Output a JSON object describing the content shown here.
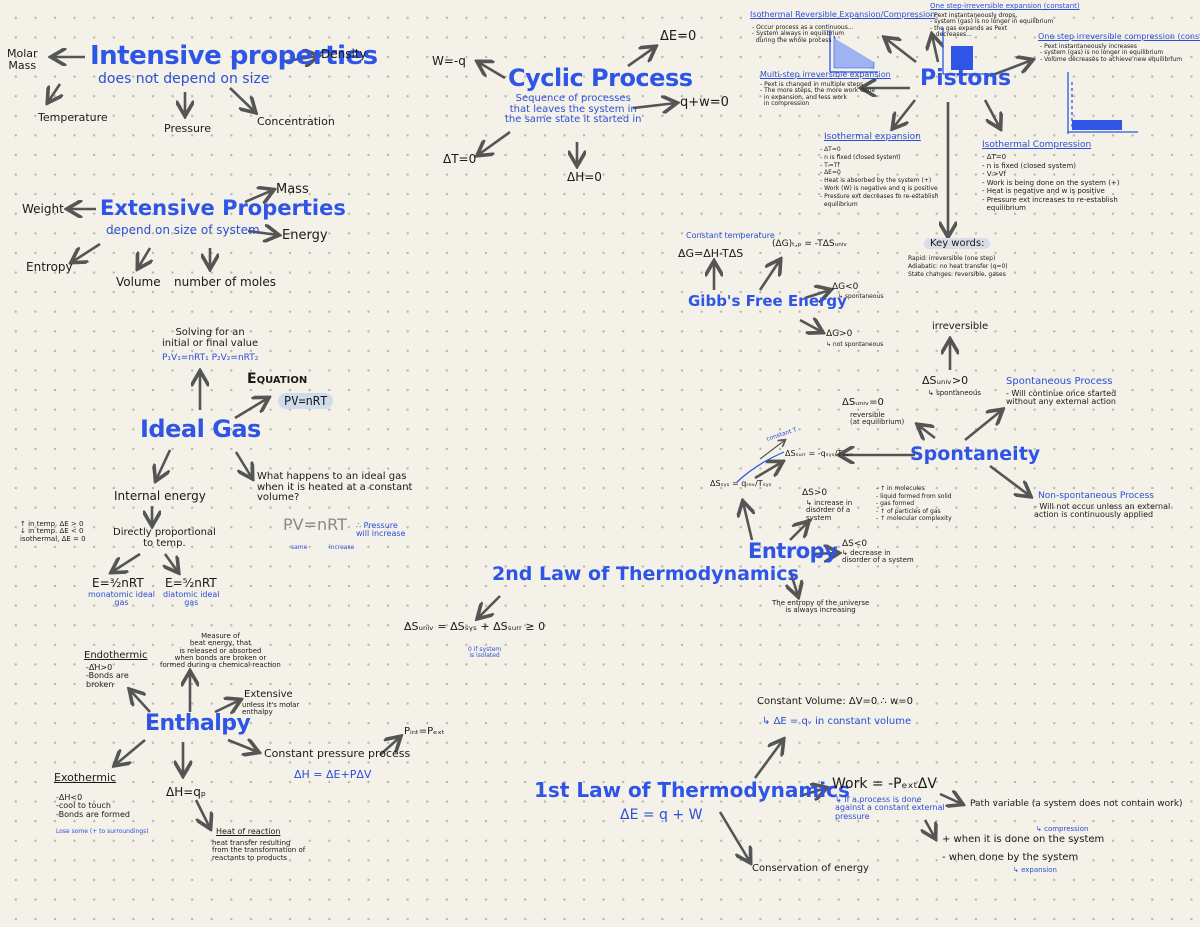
{
  "intensive": {
    "title": "Intensive properties",
    "subtitle": "does not depend on size",
    "molar_mass": "Molar\nMass",
    "density": "Density",
    "temperature": "Temperature",
    "pressure": "Pressure",
    "concentration": "Concentration"
  },
  "extensive": {
    "title": "Extensive Properties",
    "subtitle": "depend on size of system",
    "weight": "Weight",
    "mass": "Mass",
    "energy": "Energy",
    "entropy": "Entropy",
    "volume": "Volume",
    "moles": "number of moles"
  },
  "cyclic": {
    "title": "Cyclic Process",
    "desc": "Sequence of processes\nthat leaves the system in\nthe same state it started in",
    "w": "W=-q",
    "de": "ΔE=0",
    "qw": "q+w=0",
    "dt": "ΔT=0",
    "dh": "ΔH=0"
  },
  "ideal": {
    "title": "Ideal Gas",
    "solving": "Solving for an\ninitial or final value",
    "solving_eq": "P₁V₁=nRT₁  P₂V₂=nRT₂",
    "eq_label": "Equation",
    "eq": "PV=nRT",
    "question": "What happens to an ideal gas\nwhen it is heated at a constant\nvolume?",
    "pv": "PV=nRT",
    "pv_note": "∴ Pressure\nwill increase",
    "same": "same",
    "increase": "increase",
    "internal": "Internal energy",
    "direct": "Directly proportional\nto temp.",
    "temp_notes": "↑ in temp. ΔE > 0\n↓ in temp. ΔE < 0\nisothermal, ΔE = 0",
    "mono_eq": "E=³⁄₂nRT",
    "mono": "monatomic ideal\ngas",
    "di_eq": "E=⁵⁄₂nRT",
    "di": "diatomic ideal\ngas"
  },
  "enthalpy": {
    "title": "Enthalpy",
    "measure": "Measure of\nheat energy, that\nis released or absorbed\nwhen bonds are broken or\nformed during a chemical reaction",
    "extensive": "Extensive",
    "extensive_note": "unless it's molar\nenthalpy",
    "endo_title": "Endothermic",
    "endo": "-ΔH>0\n-Bonds are\nbroken",
    "exo_title": "Exothermic",
    "exo": "-ΔH<0\n-cool to touch\n-Bonds are formed",
    "exo_note": "Lose some (+ to surroundings)",
    "dh": "ΔH=qₚ",
    "heat_title": "Heat of reaction",
    "heat_note": "heat transfer resulting\nfrom the transformation of\nreactants to products",
    "constp": "Constant pressure process",
    "constp_eq": "ΔH = ΔE+PΔV",
    "pint": "Pᵢₙₜ=Pₑₓₜ"
  },
  "second": {
    "title": "2nd Law of Thermodynamics",
    "eq": "ΔSᵤₙᵢᵥ = ΔSₛᵧₛ + ΔSₛᵤᵣᵣ ≥ 0",
    "note": "0 if system\nis isolated"
  },
  "first": {
    "title": "1st Law of Thermodynamics",
    "eq": "ΔE = q + W",
    "constv": "Constant Volume: ΔV=0 ∴ w=0",
    "constv_eq": "↳ ΔE = qᵥ in constant volume",
    "work": "Work = -PₑₓₜΔV",
    "work_note": "↳ If a process is done\nagainst a constant external\npressure",
    "path": "Path variable (a system does not contain work)",
    "done_on": "+ when it is done on the system",
    "compression": "↳ compression",
    "done_by": "- when done by the system",
    "expansion": "↳ expansion",
    "conservation": "Conservation of energy"
  },
  "gibbs": {
    "title": "Gibb's Free Energy",
    "const_temp": "Constant temperature",
    "eq": "ΔG=ΔH-TΔS",
    "eq2": "(ΔG)ₜ,ₚ = -TΔSᵤₙᵢᵥ",
    "neg": "ΔG<0",
    "neg_note": "↳ spontaneous",
    "pos": "ΔG>0",
    "pos_note": "↳ not spontaneous"
  },
  "piston": {
    "title": "Pistons",
    "irr_exp_title": "One step-irreversible expansion (constant)",
    "irr_exp": "- Pext instantaneously drops,\n- system (gas) is no longer in equilibrium\n- the gas expands as Pext\n   decreases...",
    "irr_comp_title": "One step irreversible compression (constant)",
    "irr_comp": "- Pext instantaneously increases\n- system (gas) is no longer in equilibrium\n- Volume decreases to achieve new equilibrium",
    "rev_title": "Isothermal Reversible Expansion/Compression",
    "rev": "- Occur process as a continuous...\n- System always in equilibrium\n  during the whole process",
    "multi_title": "Multi-step irreversible expansion",
    "multi": "- Pext is changed in multiple steps\n- The more steps, the more work done\n  in expansion, and less work\n  in compression",
    "iso_exp_title": "Isothermal expansion",
    "iso_exp": "- ΔT=0\n- n is fixed (closed system)\n- Tᵢ=Tf\n- ΔE=0\n- Heat is absorbed by the system (+)\n- Work (W) is negative and q is positive\n- Pressure ext decreases to re-establish\n  equilibrium",
    "iso_comp_title": "Isothermal Compression",
    "iso_comp": "- ΔT=0\n- n is fixed (closed system)\n- Vᵢ>Vf\n- Work is being done on the system (+)\n- Heat is negative and w is positive\n- Pressure ext increases to re-establish\n  equilibrium",
    "key_title": "Key words:",
    "key": "Rapid: irreversible (one step)\nAdiabatic: no heat transfer (q=0)\nState changes: reversible, gases"
  },
  "spont": {
    "title": "Spontaneity",
    "irreversible": "irreversible",
    "suniv_pos": "ΔSᵤₙᵢᵥ>0",
    "suniv_pos_note": "↳ spontaneous",
    "suniv_zero": "ΔSᵤₙᵢᵥ=0",
    "suniv_zero_note": "reversible\n(at equilibrium)",
    "proc_title": "Spontaneous Process",
    "proc": "- Will continue once started\nwithout any external action",
    "non_title": "Non-spontaneous Process",
    "non": "- Will not occur unless an external\naction is continuously applied",
    "const_t": "constant T",
    "ssurr": "ΔSₛᵤᵣᵣ = -qₛᵧₛ/Tₛᵤᵣᵣ",
    "ssys": "ΔSₛᵧₛ = qᵣₑᵥ/Tₛᵧₛ"
  },
  "entropy": {
    "title": "Entropy",
    "pos": "ΔS>0",
    "pos_note": "↳ increase in\ndisorder of a\nsystem",
    "pos_list": "- ↑ in molecules\n- liquid formed from solid\n- gas formed\n- ↑ of particles of gas\n- ↑ molecular complexity",
    "neg": "ΔS<0",
    "neg_note": "↳ decrease in\ndisorder of a system",
    "universe": "The entropy of the universe\nis always increasing"
  },
  "colors": {
    "ink": "#1a1a1a",
    "blue": "#2e55e6",
    "paper": "#f3f1e8"
  }
}
